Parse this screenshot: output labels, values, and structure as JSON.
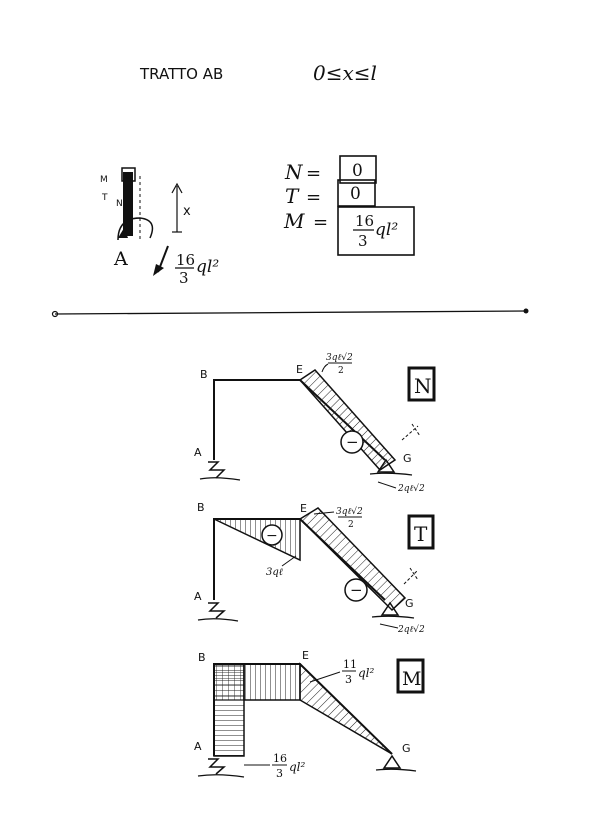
{
  "header": {
    "title": "TRATTO AB",
    "range": "0≤x≤l"
  },
  "free_body": {
    "point_label": "A",
    "x_label": "x",
    "labels": {
      "m": "M",
      "t": "T",
      "n": "N"
    },
    "moment_num": "16",
    "moment_tail": "ql²",
    "moment_den": "3"
  },
  "equations": {
    "n_lhs": "N",
    "n_rhs": "0",
    "t_lhs": "T",
    "t_rhs": "0",
    "m_lhs": "M",
    "m_num": "16",
    "m_tail": "ql²",
    "m_den": "3",
    "eq": "="
  },
  "diagram_N": {
    "badge": "N",
    "nodes": {
      "a": "A",
      "b": "B",
      "e": "E",
      "g": "G"
    },
    "value_top_num": "3qℓ√2",
    "value_top_den": "2",
    "value_bottom": "2qℓ√2",
    "sign": "−"
  },
  "diagram_T": {
    "badge": "T",
    "nodes": {
      "a": "A",
      "b": "B",
      "e": "E",
      "g": "G"
    },
    "value_top_num": "3qℓ√2",
    "value_top_den": "2",
    "value_mid": "3qℓ",
    "value_bottom": "2qℓ√2",
    "sign": "−"
  },
  "diagram_M": {
    "badge": "M",
    "nodes": {
      "a": "A",
      "b": "B",
      "e": "E",
      "g": "G"
    },
    "value_top_num": "11",
    "value_top_den": "3",
    "value_top_tail": "ql²",
    "value_bottom_num": "16",
    "value_bottom_den": "3",
    "value_bottom_tail": "ql²"
  }
}
